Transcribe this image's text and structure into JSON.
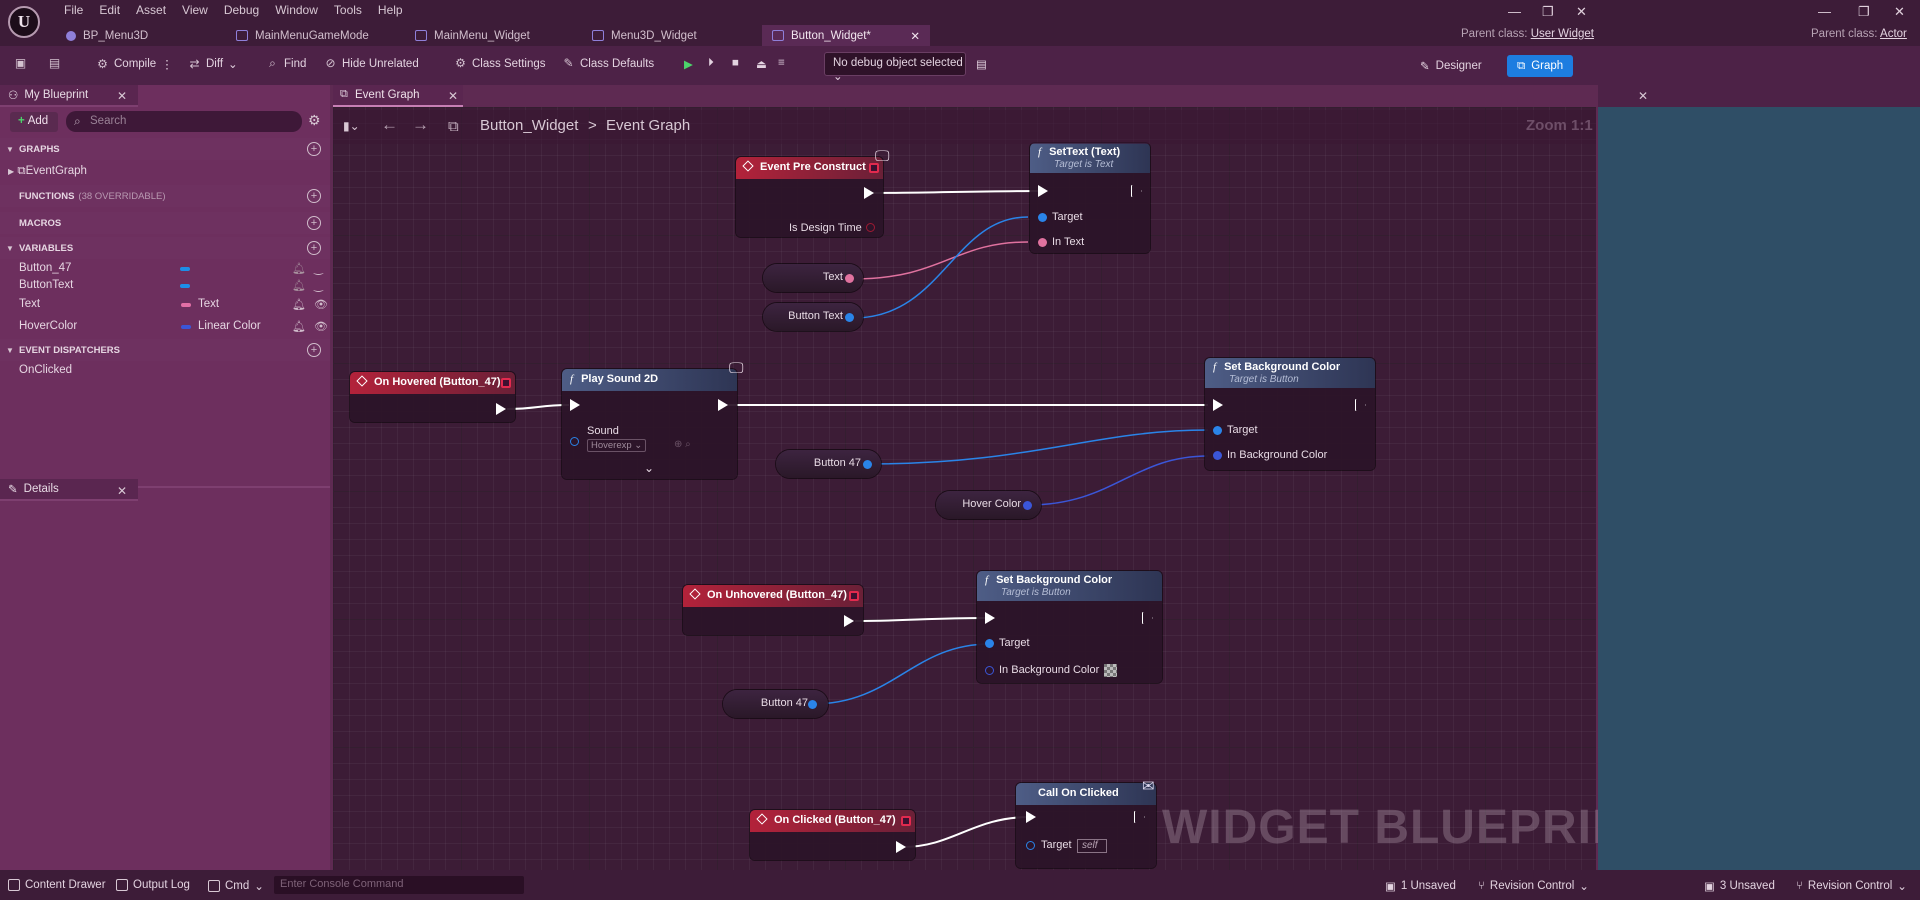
{
  "menu": [
    "File",
    "Edit",
    "Asset",
    "View",
    "Debug",
    "Window",
    "Tools",
    "Help"
  ],
  "tabs": [
    {
      "label": "BP_Menu3D"
    },
    {
      "label": "MainMenuGameMode"
    },
    {
      "label": "MainMenu_Widget"
    },
    {
      "label": "Menu3D_Widget"
    },
    {
      "label": "Button_Widget*"
    }
  ],
  "parent_class": {
    "label": "Parent class:",
    "value": "User Widget"
  },
  "parent_class_right": {
    "label": "Parent class:",
    "value": "Actor"
  },
  "toolbar": {
    "compile": "Compile",
    "diff": "Diff",
    "find": "Find",
    "hide_unrelated": "Hide Unrelated",
    "class_settings": "Class Settings",
    "class_defaults": "Class Defaults",
    "debug_object": "No debug object selected",
    "designer": "Designer",
    "graph": "Graph"
  },
  "my_blueprint": {
    "title": "My Blueprint",
    "add": "Add",
    "search_placeholder": "Search",
    "sections": {
      "graphs": "GRAPHS",
      "functions": "FUNCTIONS",
      "functions_sub": "(38 OVERRIDABLE)",
      "macros": "MACROS",
      "variables": "VARIABLES",
      "event_dispatchers": "EVENT DISPATCHERS"
    },
    "graph_items": [
      "EventGraph"
    ],
    "variables": [
      {
        "name": "Button_47",
        "type": "",
        "color": "#1d8ee8"
      },
      {
        "name": "ButtonText",
        "type": "",
        "color": "#1d8ee8"
      },
      {
        "name": "Text",
        "type": "Text",
        "color": "#e26fa6"
      },
      {
        "name": "HoverColor",
        "type": "Linear Color",
        "color": "#3b56d8"
      }
    ],
    "dispatchers": [
      "OnClicked"
    ]
  },
  "details": {
    "title": "Details"
  },
  "graph": {
    "tab": "Event Graph",
    "crumb_root": "Button_Widget",
    "crumb_sep": ">",
    "crumb_leaf": "Event Graph",
    "zoom": "Zoom 1:1",
    "watermark": "WIDGET BLUEPRINT"
  },
  "nodes": {
    "pre_construct": {
      "title": "Event Pre Construct",
      "pin": "Is Design Time"
    },
    "settext": {
      "title": "SetText (Text)",
      "sub": "Target is Text",
      "target": "Target",
      "in": "In Text"
    },
    "get_text": "Text",
    "get_button_text": "Button Text",
    "on_hovered": {
      "title": "On Hovered (Button_47)"
    },
    "play_sound": {
      "title": "Play Sound 2D",
      "pin": "Sound",
      "value": "Hoverexp"
    },
    "setbg1": {
      "title": "Set Background Color",
      "sub": "Target is Button",
      "target": "Target",
      "in": "In Background Color"
    },
    "get_button47a": "Button 47",
    "get_hover": "Hover Color",
    "on_unhovered": {
      "title": "On Unhovered (Button_47)"
    },
    "setbg2": {
      "title": "Set Background Color",
      "sub": "Target is Button",
      "target": "Target",
      "in": "In Background Color"
    },
    "get_button47b": "Button 47",
    "on_clicked": {
      "title": "On Clicked (Button_47)"
    },
    "call_clicked": {
      "title": "Call On Clicked",
      "target": "Target",
      "self": "self"
    }
  },
  "status": {
    "content_drawer": "Content Drawer",
    "output_log": "Output Log",
    "cmd": "Cmd",
    "console_placeholder": "Enter Console Command",
    "unsaved1": "1 Unsaved",
    "revision1": "Revision Control",
    "unsaved2": "3 Unsaved",
    "revision2": "Revision Control"
  }
}
